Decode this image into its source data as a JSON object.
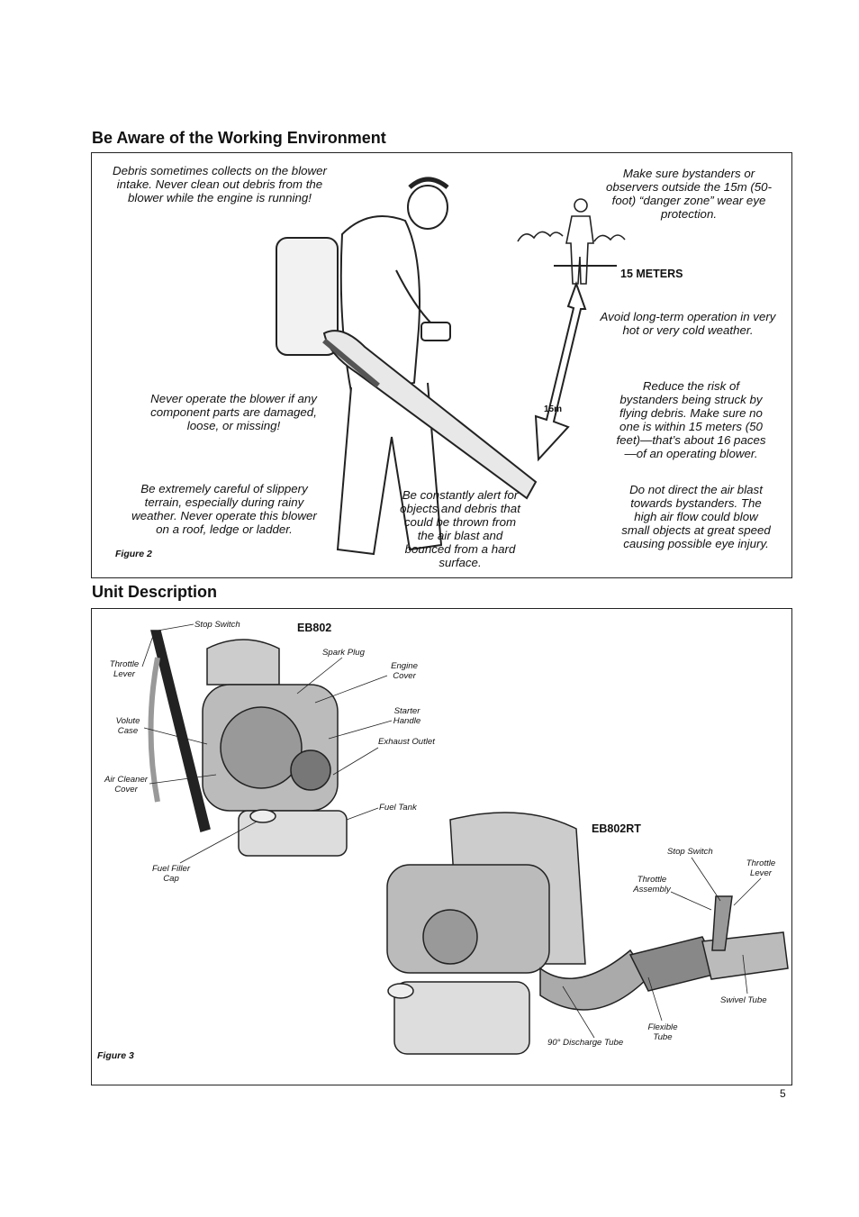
{
  "section1": {
    "title": "Be Aware of the Working Environment",
    "figure_label": "Figure 2",
    "distance_label": "15 METERS",
    "arrow_label": "15m",
    "notes": {
      "intake": "Debris sometimes collects on the blower intake. Never clean out debris from the blower while the engine is running!",
      "eye_protection": "Make sure bystanders or observers outside the 15m (50-foot) “danger zone” wear eye protection.",
      "temperature": "Avoid long-term operation in very hot or very cold weather.",
      "components": "Never operate the blower if any component parts are damaged, loose, or missing!",
      "bystanders": "Reduce the risk of bystanders being struck by flying debris. Make sure no one is within 15 meters (50 feet)—that’s about 16 paces—of an operating blower.",
      "slippery": "Be extremely careful of slippery terrain, especially during rainy weather. Never operate this blower on a roof, ledge or ladder.",
      "alert": "Be constantly alert for objects and debris that could be thrown from the air blast and bounced from a hard surface.",
      "air_blast": "Do not direct the air blast towards bystanders. The high air flow could blow small objects at great speed causing possible eye injury."
    }
  },
  "section2": {
    "title": "Unit Description",
    "figure_label": "Figure 3",
    "eb802": {
      "model": "EB802",
      "stop_switch": "Stop Switch",
      "throttle_lever": "Throttle Lever",
      "spark_plug": "Spark Plug",
      "engine_cover": "Engine Cover",
      "starter_handle": "Starter Handle",
      "exhaust_outlet": "Exhaust Outlet",
      "volute_case": "Volute Case",
      "air_cleaner_cover": "Air Cleaner Cover",
      "fuel_tank": "Fuel Tank",
      "fuel_filler_cap": "Fuel Filler Cap"
    },
    "eb802rt": {
      "model": "EB802RT",
      "stop_switch": "Stop Switch",
      "throttle_lever": "Throttle Lever",
      "throttle_assembly": "Throttle Assembly",
      "swivel_tube": "Swivel Tube",
      "flexible_tube": "Flexible Tube",
      "discharge_tube": "90° Discharge Tube"
    }
  },
  "page_number": "5"
}
